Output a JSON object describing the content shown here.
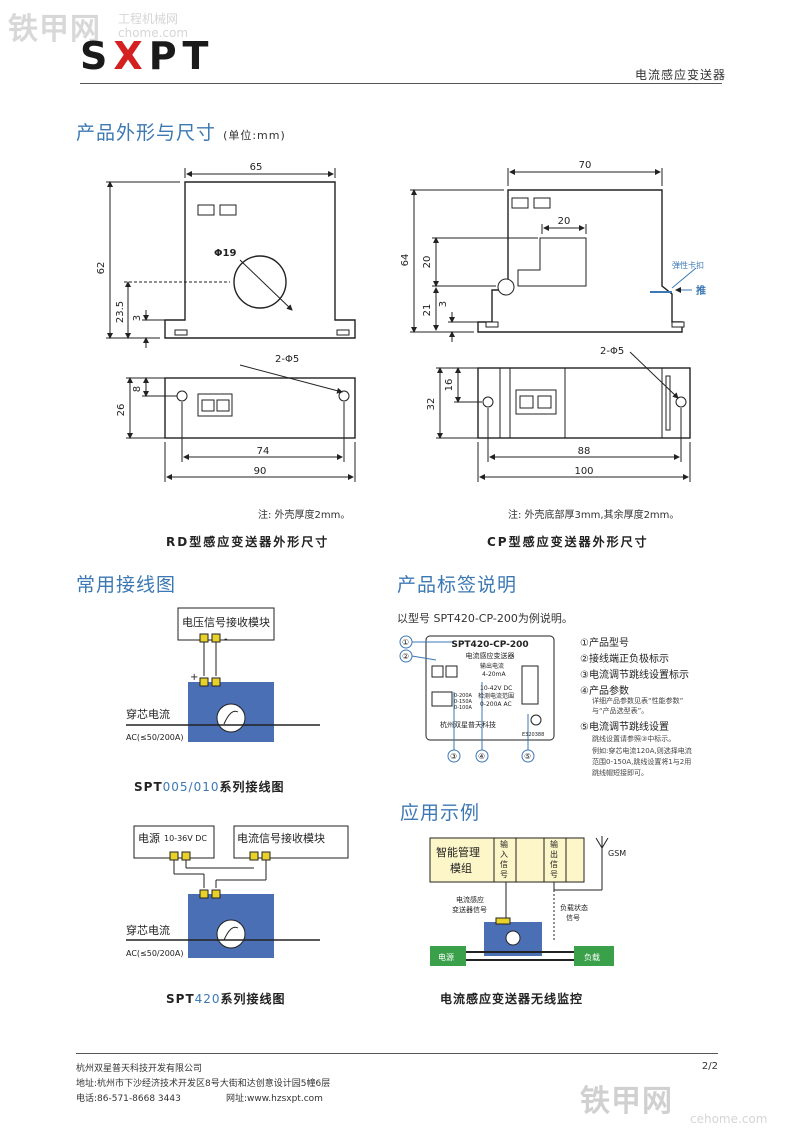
{
  "watermark": {
    "top_brand": "铁甲网",
    "top_sub": "工程机械网",
    "top_url": "chome.com",
    "bottom_brand": "铁甲网",
    "bottom_url": "cehome.com"
  },
  "header": {
    "logo_s": "S",
    "logo_x": "X",
    "logo_pt": "PT",
    "title": "电流感应变送器"
  },
  "section1": {
    "title": "产品外形与尺寸",
    "unit": "(单位:mm)"
  },
  "rd": {
    "width": "65",
    "height": "62",
    "hole": "Φ19",
    "hole_center": "23.5",
    "foot": "3",
    "bottom_depth": "26",
    "bottom_offset": "8",
    "screw": "2-Φ5",
    "inner": "74",
    "outer": "90",
    "note": "注: 外壳厚度2mm。",
    "caption": "RD型感应变送器外形尺寸"
  },
  "cp": {
    "width": "70",
    "height": "64",
    "slot": "20",
    "slot_h": "20",
    "foot_h": "21",
    "foot": "3",
    "clip": "弹性卡扣",
    "push": "推",
    "screw": "2-Φ5",
    "bottom_depth": "32",
    "bottom_offset": "16",
    "inner": "88",
    "outer": "100",
    "note": "注: 外壳底部厚3mm,其余厚度2mm。",
    "caption": "CP型感应变送器外形尺寸"
  },
  "section2": {
    "title": "常用接线图"
  },
  "wiring1": {
    "module": "电压信号接收模块",
    "plus": "+",
    "minus": "-",
    "through": "穿芯电流",
    "ac": "AC(≤50/200A)",
    "caption_a": "SPT",
    "caption_b": "005/010",
    "caption_c": "系列接线图"
  },
  "wiring2": {
    "power": "电源",
    "power_spec": "10-36V DC",
    "module": "电流信号接收模块",
    "plus": "+",
    "minus": "-",
    "through": "穿芯电流",
    "ac": "AC(≤50/200A)",
    "caption_a": "SPT",
    "caption_b": "420",
    "caption_c": "系列接线图"
  },
  "section3": {
    "title": "产品标签说明",
    "intro": "以型号 SPT420-CP-200为例说明。"
  },
  "label": {
    "model": "SPT420-CP-200",
    "name": "电流感应变送器",
    "out1": "输出电流",
    "out2": "4-20mA",
    "out3": "10-42V DC",
    "out4": "检测电流范围",
    "out5": "0-200A AC",
    "r1": "0-200A",
    "r2": "0-150A",
    "r3": "0-100A",
    "company": "杭州双星普天科技",
    "code": "E320388",
    "c1": "①",
    "c2": "②",
    "c3": "③",
    "c4": "④",
    "c5": "⑤"
  },
  "legend": [
    {
      "label": "①产品型号"
    },
    {
      "label": "②接线端正负极标示"
    },
    {
      "label": "③电流调节跳线设置标示"
    },
    {
      "label": "④产品参数"
    },
    {
      "label": "⑤电流调节跳线设置"
    }
  ],
  "legend_sub": {
    "p4a": "详细产品参数见表“性能参数”",
    "p4b": "与“产品选型表”。",
    "p5a": "跳线设置请参照③中标示。",
    "p5b": "例如:穿芯电流120A,则选择电流",
    "p5c": "范围0-150A,跳线设置将1与2用",
    "p5d": "跳线帽短接即可。"
  },
  "section4": {
    "title": "应用示例"
  },
  "app": {
    "mgmt1": "智能管理",
    "mgmt2": "模组",
    "in1": "输",
    "in2": "入",
    "in3": "信",
    "in4": "号",
    "out1": "输",
    "out2": "出",
    "out3": "信",
    "out4": "号",
    "gsm": "GSM",
    "sensor1": "电流感应",
    "sensor2": "变送器信号",
    "load1": "负载状态",
    "load2": "信号",
    "power": "电源",
    "load": "负载",
    "caption": "电流感应变送器无线监控"
  },
  "footer": {
    "company": "杭州双星普天科技开发有限公司",
    "address": "地址:杭州市下沙经济技术开发区8号大街和达创意设计园5幢6层",
    "phone": "电话:86-571-8668 3443",
    "web": "网址:www.hzsxpt.com",
    "page": "2/2"
  },
  "colors": {
    "accent": "#3c78b4",
    "brand_red": "#d42020",
    "sensor_blue": "#4a6fb5",
    "terminal_yellow": "#e8d22a",
    "module_yellow": "#fdf6c8",
    "green": "#3aa04a"
  }
}
